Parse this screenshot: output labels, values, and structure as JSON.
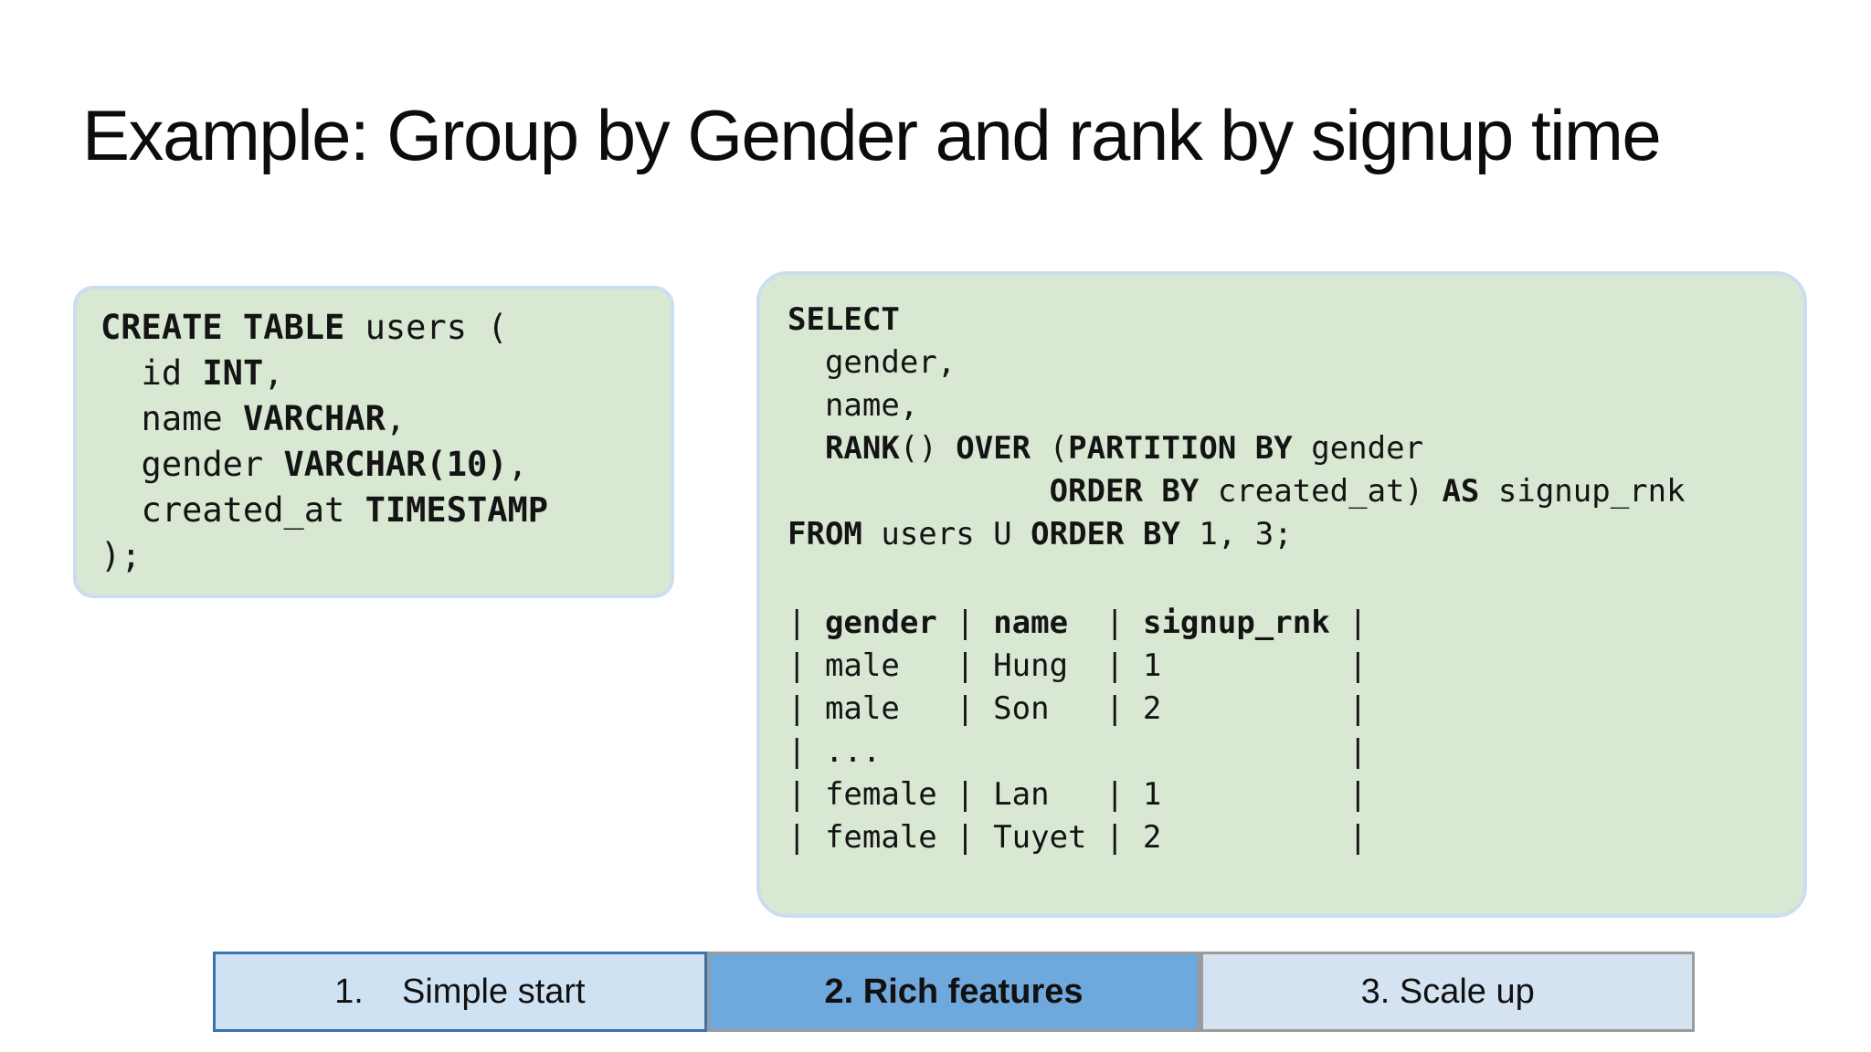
{
  "slide": {
    "title": "Example: Group by Gender and rank by signup time"
  },
  "colors": {
    "background": "#ffffff",
    "code_box_fill": "#d9e8d2",
    "code_box_border": "#cbdeef",
    "step_inactive_fill": "#cfe2f3",
    "step_active_fill": "#6fa8dc",
    "step1_border_blue": "#3a72ab",
    "step_border_gray": "#9b9b9b",
    "text": "#141414"
  },
  "create_table_box": {
    "lines": [
      [
        {
          "b": 1,
          "t": "CREATE TABLE"
        },
        {
          "b": 0,
          "t": " users ("
        }
      ],
      [
        {
          "b": 0,
          "t": "  id "
        },
        {
          "b": 1,
          "t": "INT"
        },
        {
          "b": 0,
          "t": ","
        }
      ],
      [
        {
          "b": 0,
          "t": "  name "
        },
        {
          "b": 1,
          "t": "VARCHAR"
        },
        {
          "b": 0,
          "t": ","
        }
      ],
      [
        {
          "b": 0,
          "t": "  gender "
        },
        {
          "b": 1,
          "t": "VARCHAR(10)"
        },
        {
          "b": 0,
          "t": ","
        }
      ],
      [
        {
          "b": 0,
          "t": "  created_at "
        },
        {
          "b": 1,
          "t": "TIMESTAMP"
        }
      ],
      [
        {
          "b": 0,
          "t": ");"
        }
      ]
    ]
  },
  "query_box": {
    "sql_lines": [
      [
        {
          "b": 1,
          "t": "SELECT"
        }
      ],
      [
        {
          "b": 0,
          "t": "  gender,"
        }
      ],
      [
        {
          "b": 0,
          "t": "  name,"
        }
      ],
      [
        {
          "b": 0,
          "t": "  "
        },
        {
          "b": 1,
          "t": "RANK"
        },
        {
          "b": 0,
          "t": "() "
        },
        {
          "b": 1,
          "t": "OVER"
        },
        {
          "b": 0,
          "t": " ("
        },
        {
          "b": 1,
          "t": "PARTITION BY"
        },
        {
          "b": 0,
          "t": " gender"
        }
      ],
      [
        {
          "b": 0,
          "t": "              "
        },
        {
          "b": 1,
          "t": "ORDER BY"
        },
        {
          "b": 0,
          "t": " created_at) "
        },
        {
          "b": 1,
          "t": "AS"
        },
        {
          "b": 0,
          "t": " signup_rnk"
        }
      ],
      [
        {
          "b": 1,
          "t": "FROM"
        },
        {
          "b": 0,
          "t": " users U "
        },
        {
          "b": 1,
          "t": "ORDER BY"
        },
        {
          "b": 0,
          "t": " 1, 3;"
        }
      ]
    ],
    "result_lines": [
      [
        {
          "b": 0,
          "t": "| "
        },
        {
          "b": 1,
          "t": "gender"
        },
        {
          "b": 0,
          "t": " | "
        },
        {
          "b": 1,
          "t": "name"
        },
        {
          "b": 0,
          "t": "  | "
        },
        {
          "b": 1,
          "t": "signup_rnk"
        },
        {
          "b": 0,
          "t": " |"
        }
      ],
      [
        {
          "b": 0,
          "t": "| male   | Hung  | 1          |"
        }
      ],
      [
        {
          "b": 0,
          "t": "| male   | Son   | 2          |"
        }
      ],
      [
        {
          "b": 0,
          "t": "| ...                         |"
        }
      ],
      [
        {
          "b": 0,
          "t": "| female | Lan   | 1          |"
        }
      ],
      [
        {
          "b": 0,
          "t": "| female | Tuyet | 2          |"
        }
      ]
    ]
  },
  "progress_bar": {
    "steps": [
      {
        "label": "1.    Simple start",
        "active": false
      },
      {
        "label": "2. Rich features",
        "active": true
      },
      {
        "label": "3. Scale up",
        "active": false
      }
    ]
  }
}
